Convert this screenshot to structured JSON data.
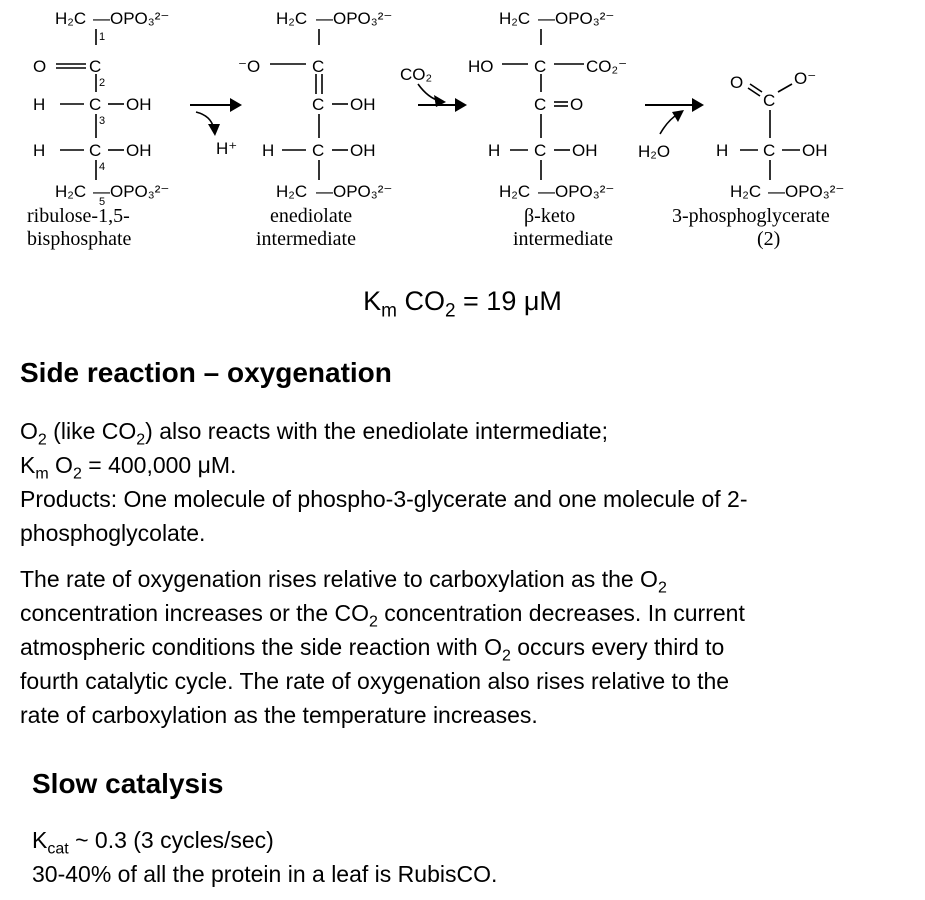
{
  "pathway": {
    "compounds": [
      {
        "name_line1": "ribulose-1,5-",
        "name_line2": "bisphosphate"
      },
      {
        "name_line1": "enediolate",
        "name_line2": "intermediate"
      },
      {
        "name_line1": "β-keto",
        "name_line2": "intermediate"
      },
      {
        "name_line1": "3-phosphoglycerate",
        "name_line2": "(2)"
      }
    ],
    "atom_labels": {
      "h2c": "H₂C",
      "opo3": "—OPO₃²⁻",
      "carbonyl_o": "O",
      "h": "H",
      "oh": "OH",
      "ho": "HO",
      "o_minus": "⁻O",
      "c": "C",
      "co2_minus": "CO₂⁻",
      "o_dbl": "O",
      "carboxyl_o_minus": "O⁻"
    },
    "carbon_numbers": [
      "1",
      "2",
      "3",
      "4",
      "5"
    ],
    "reagents": {
      "h_plus": "H⁺",
      "co2": "CO₂",
      "h2o": "H₂O"
    }
  },
  "km_co2": {
    "k": "K",
    "m": "m",
    "species": "CO",
    "sub": "2",
    "value": " = 19 μM"
  },
  "side_reaction": {
    "heading": "Side reaction – oxygenation",
    "p1_l1_a": "O",
    "p1_l1_sub": "2",
    "p1_l1_b": " (like CO",
    "p1_l1_sub2": "2",
    "p1_l1_c": ") also reacts with the enediolate intermediate;",
    "p1_l2_k": "K",
    "p1_l2_m": "m",
    "p1_l2_o": " O",
    "p1_l2_sub": "2",
    "p1_l2_val": " = 400,000 μM.",
    "p1_l3": "Products: One molecule of phospho-3-glycerate and one molecule of 2-",
    "p1_l4": "phosphoglycolate.",
    "p2_l1_a": "The rate of oxygenation rises relative to carboxylation as the O",
    "p2_l1_sub": "2",
    "p2_l2_a": "concentration increases or the CO",
    "p2_l2_sub": "2",
    "p2_l2_b": " concentration decreases. In current",
    "p2_l3_a": "atmospheric conditions the side reaction with O",
    "p2_l3_sub": "2",
    "p2_l3_b": " occurs every third to",
    "p2_l4": "fourth catalytic cycle. The rate of oxygenation also rises relative to the",
    "p2_l5": "rate of carboxylation as the temperature increases."
  },
  "slow_catalysis": {
    "heading": "Slow catalysis",
    "kcat_k": "K",
    "kcat_sub": "cat",
    "kcat_val": " ~ 0.3  (3 cycles/sec)",
    "protein_line": "30-40% of all the protein in a leaf is RubisCO."
  }
}
